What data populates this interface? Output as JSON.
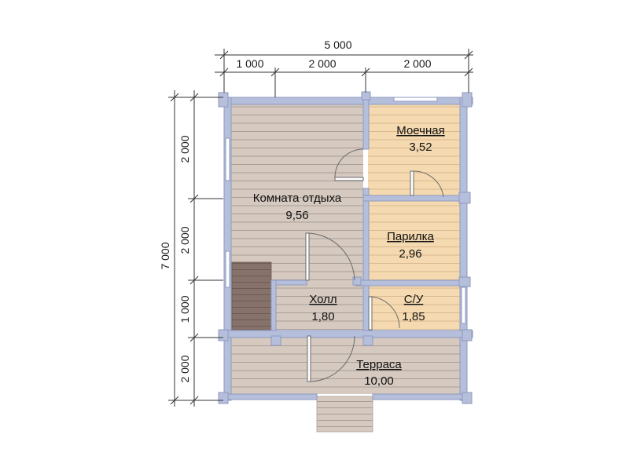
{
  "dimensions": {
    "top_total": "5 000",
    "top_segments": [
      "1 000",
      "2 000",
      "2 000"
    ],
    "left_total": "7 000",
    "left_segments": [
      "2 000",
      "2 000",
      "1 000",
      "2 000"
    ]
  },
  "rooms": {
    "rest": {
      "name": "Комната отдыха",
      "area": "9,56"
    },
    "wash": {
      "name": "Моечная",
      "area": "3,52"
    },
    "steam": {
      "name": "Парилка",
      "area": "2,96"
    },
    "wc": {
      "name": "С/У",
      "area": "1,85"
    },
    "hall": {
      "name": "Холл",
      "area": "1,80"
    },
    "terrace": {
      "name": "Терраса",
      "area": "10,00"
    }
  },
  "colors": {
    "wall": "#b5bfdc",
    "wall_stroke": "#8e99bd",
    "floor_gray": "#d5c9c0",
    "floor_wood": "#f5d9b0",
    "plank_line": "#a99e96",
    "stairs": "#86726a"
  }
}
